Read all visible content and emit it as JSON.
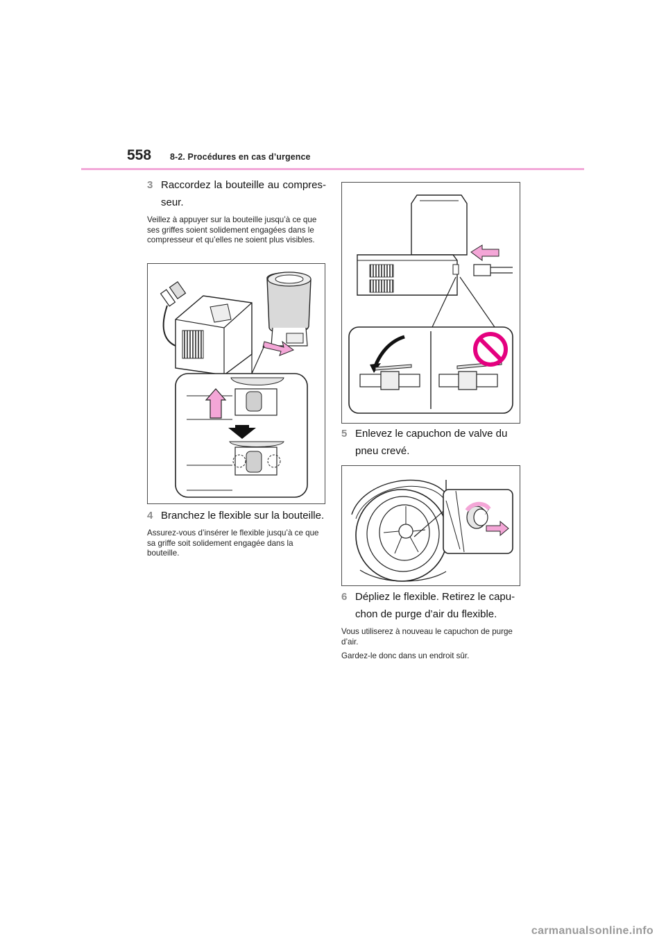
{
  "header": {
    "page_number": "558",
    "section_title": "8-2. Procédures en cas d’urgence"
  },
  "steps": [
    {
      "number": "3",
      "text": "Raccordez la bouteille au compres-seur.",
      "notes": [
        "Veillez à appuyer sur la bouteille jusqu’à ce que ses griffes soient solidement engagées dans le compresseur et qu’elles ne soient plus visibles."
      ]
    },
    {
      "number": "4",
      "text": "Branchez le flexible sur la bouteille.",
      "notes": [
        "Assurez-vous d’insérer le flexible jusqu’à ce que sa griffe soit solidement engagée dans la bouteille."
      ]
    },
    {
      "number": "5",
      "text": "Enlevez le capuchon de valve du pneu crevé.",
      "notes": []
    },
    {
      "number": "6",
      "text": "Dépliez le flexible. Retirez le capu-chon de purge d’air du flexible.",
      "notes": [
        "Vous utiliserez à nouveau le capuchon de purge d’air.",
        "Gardez-le donc dans un endroit sûr."
      ]
    }
  ],
  "colors": {
    "accent_rule": "#f2a8d8",
    "arrow_pink": "#f4a6d7",
    "prohibit_magenta": "#e4007f",
    "step_number_gray": "#8c8c8c"
  },
  "watermark": "carmanualsonline.info"
}
